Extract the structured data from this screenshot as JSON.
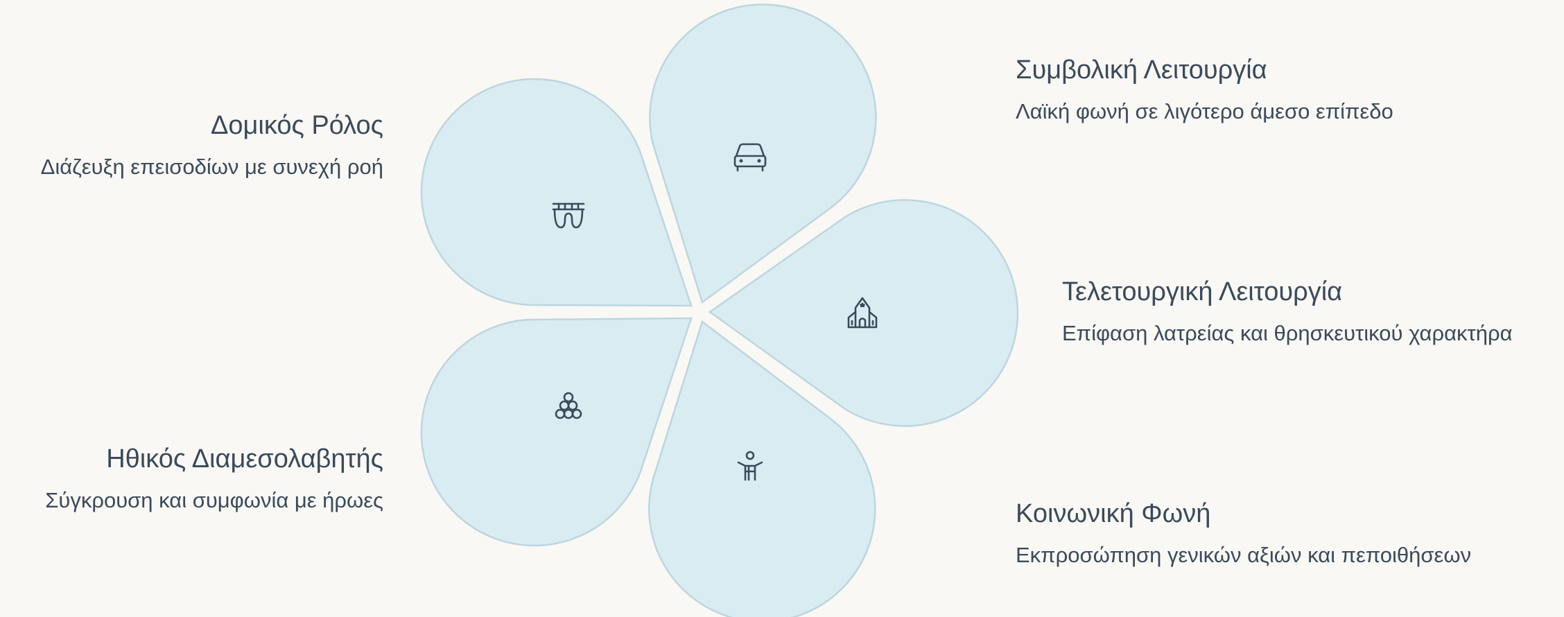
{
  "colors": {
    "background": "#f9f8f5",
    "petal_fill": "#d9ecf2",
    "petal_stroke": "#bdd5df",
    "text": "#3a4a5a"
  },
  "segments": [
    {
      "id": "symbolic",
      "icon": "car-icon",
      "title": "Συμβολική Λειτουργία",
      "description": "Λαϊκή φωνή σε λιγότερο άμεσο επίπεδο"
    },
    {
      "id": "ritual",
      "icon": "church-icon",
      "title": "Τελετουργική Λειτουργία",
      "description": "Επίφαση λατρείας και θρησκευτικού χαρακτήρα"
    },
    {
      "id": "social",
      "icon": "person-icon",
      "title": "Κοινωνική Φωνή",
      "description": "Εκπροσώπηση γενικών αξιών και πεποιθήσεων"
    },
    {
      "id": "moral",
      "icon": "stacked-circles-icon",
      "title": "Ηθικός Διαμεσολαβητής",
      "description": "Σύγκρουση και συμφωνία με ήρωες"
    },
    {
      "id": "structural",
      "icon": "bridge-icon",
      "title": "Δομικός Ρόλος",
      "description": "Διάζευξη επεισοδίων με συνεχή ροή"
    }
  ]
}
